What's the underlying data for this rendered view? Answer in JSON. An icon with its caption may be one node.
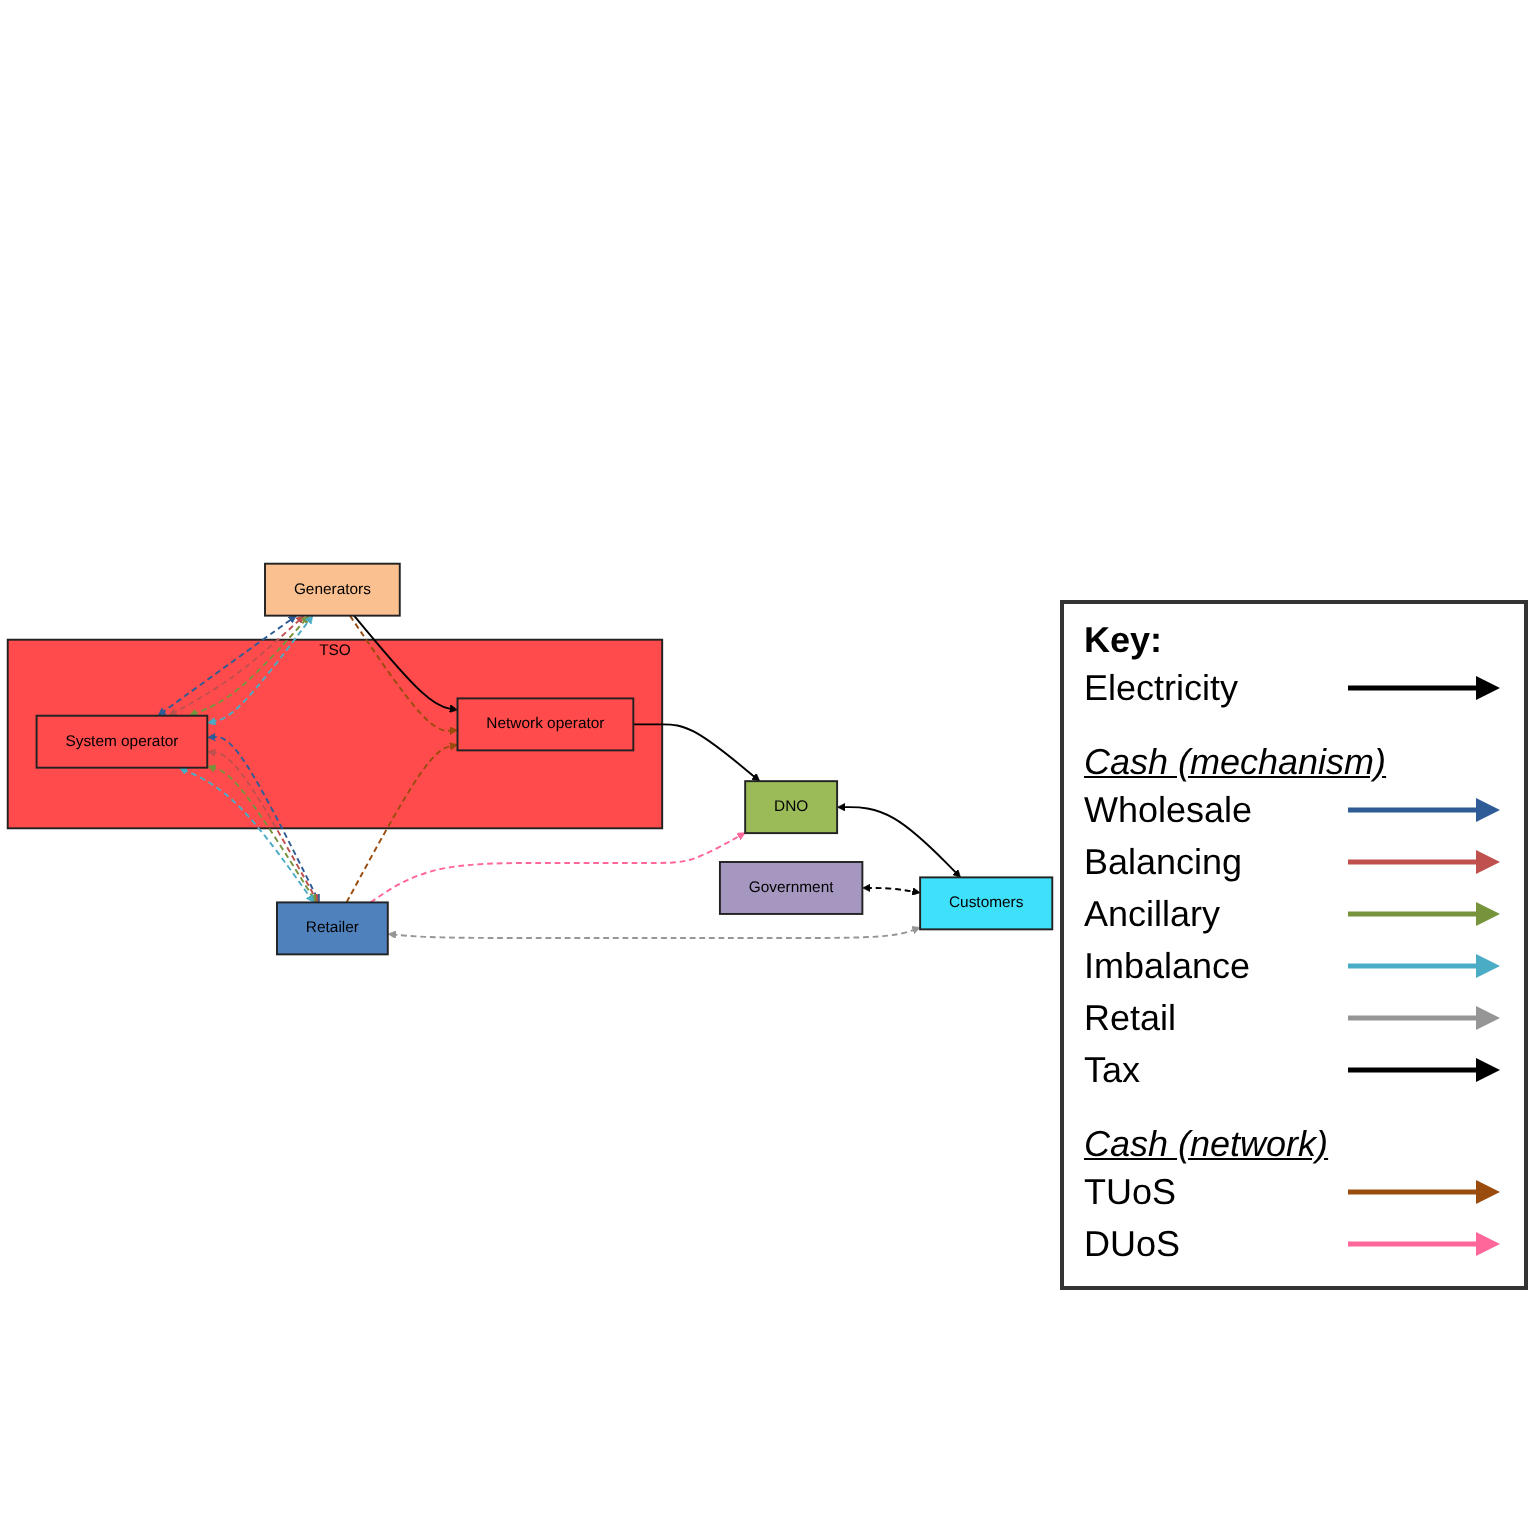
{
  "diagram": {
    "nodes": [
      {
        "text": [
          "TSO"
        ]
      },
      {
        "text": [
          "Network operator"
        ],
        "in": 0
      },
      {
        "text": [
          "System operator"
        ],
        "in": 0
      },
      {
        "text": [
          "DNO"
        ]
      },
      {
        "text": [
          "Government"
        ]
      },
      {
        "text": [
          "Retailer"
        ]
      },
      {
        "text": [
          "Customers"
        ]
      },
      {
        "text": [
          "Generators"
        ]
      }
    ],
    "edges": [
      {
        "from": 1,
        "to": 3,
        "arrow": "to"
      },
      {
        "from": 3,
        "to": 6,
        "arrow": "both"
      },
      {
        "from": 4,
        "to": 6,
        "arrow": "both",
        "style": "dashed"
      },
      {
        "from": 5,
        "to": 3,
        "arrow": "to",
        "style": "dashed",
        "color": "#ff6699"
      },
      {
        "from": 5,
        "to": 6,
        "arrow": "both",
        "style": "dashed",
        "color": "#969696"
      },
      {
        "from": 7,
        "to": 1,
        "arrow": "to"
      },
      {
        "from": 7,
        "to": 1,
        "arrow": "to",
        "style": "dashed",
        "color": "#994c0d"
      },
      {
        "from": 5,
        "to": 1,
        "arrow": "to",
        "style": "dashed",
        "color": "#994c0d"
      },
      {
        "from": 2,
        "to": 5,
        "arrow": "both",
        "style": "dashed",
        "color": "#2f5c96"
      },
      {
        "from": 2,
        "to": 5,
        "arrow": "both",
        "style": "dashed",
        "color": "#c0504d"
      },
      {
        "from": 2,
        "to": 5,
        "arrow": "both",
        "style": "dashed",
        "color": "#77933c"
      },
      {
        "from": 2,
        "to": 5,
        "arrow": "both",
        "style": "dashed",
        "color": "#4bacc6"
      },
      {
        "from": 2,
        "to": 7,
        "arrow": "both",
        "style": "dashed",
        "color": "#2f5c96"
      },
      {
        "from": 2,
        "to": 7,
        "arrow": "both",
        "style": "dashed",
        "color": "#c0504d"
      },
      {
        "from": 2,
        "to": 7,
        "arrow": "both",
        "style": "dashed",
        "color": "#77933c"
      },
      {
        "from": 2,
        "to": 7,
        "arrow": "both",
        "style": "dashed",
        "color": "#4bacc6"
      }
    ],
    "labels": [
      "Key:",
      "Cash (mechanism)",
      "Cash (network)"
    ],
    "legend": [
      {
        "text": "Electricity",
        "color": "#000000"
      },
      {
        "text": "Wholesale",
        "color": "#2f5c96"
      },
      {
        "text": "Balancing",
        "color": "#c0504d"
      },
      {
        "text": "Ancillary",
        "color": "#77933c"
      },
      {
        "text": "Imbalance",
        "color": "#4bacc6"
      },
      {
        "text": "Retail",
        "color": "#969696"
      },
      {
        "text": "Tax",
        "color": "#000000"
      },
      {
        "text": "TUoS",
        "color": "#994c0d"
      },
      {
        "text": "DUoS",
        "color": "#ff6699"
      }
    ]
  }
}
